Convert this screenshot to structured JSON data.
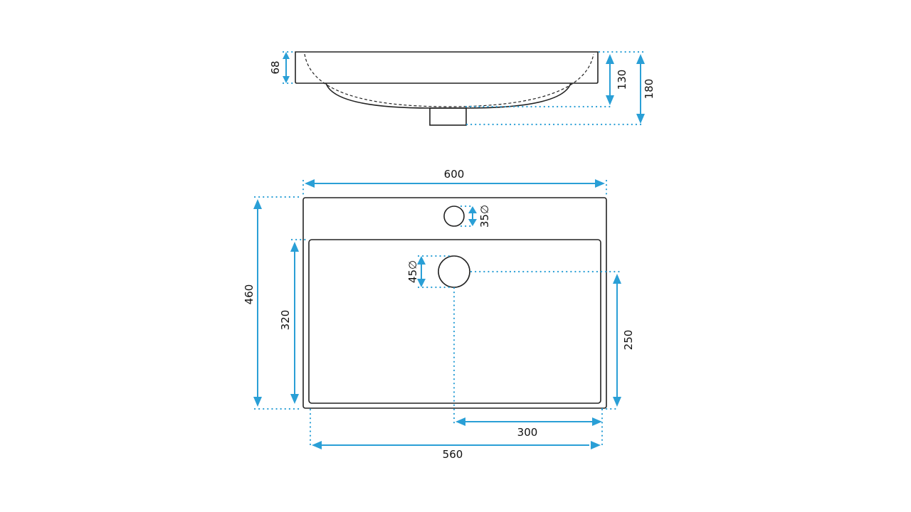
{
  "dimensions": {
    "side_rim": "68",
    "side_bowl": "130",
    "side_total": "180",
    "top_width": "600",
    "top_depth": "460",
    "basin_depth": "320",
    "tap_hole": "35∅",
    "drain_hole": "45∅",
    "drain_offset_y": "250",
    "drain_offset_x": "300",
    "basin_width": "560"
  },
  "colors": {
    "dimension": "#2a9fd6",
    "outline": "#222222"
  }
}
